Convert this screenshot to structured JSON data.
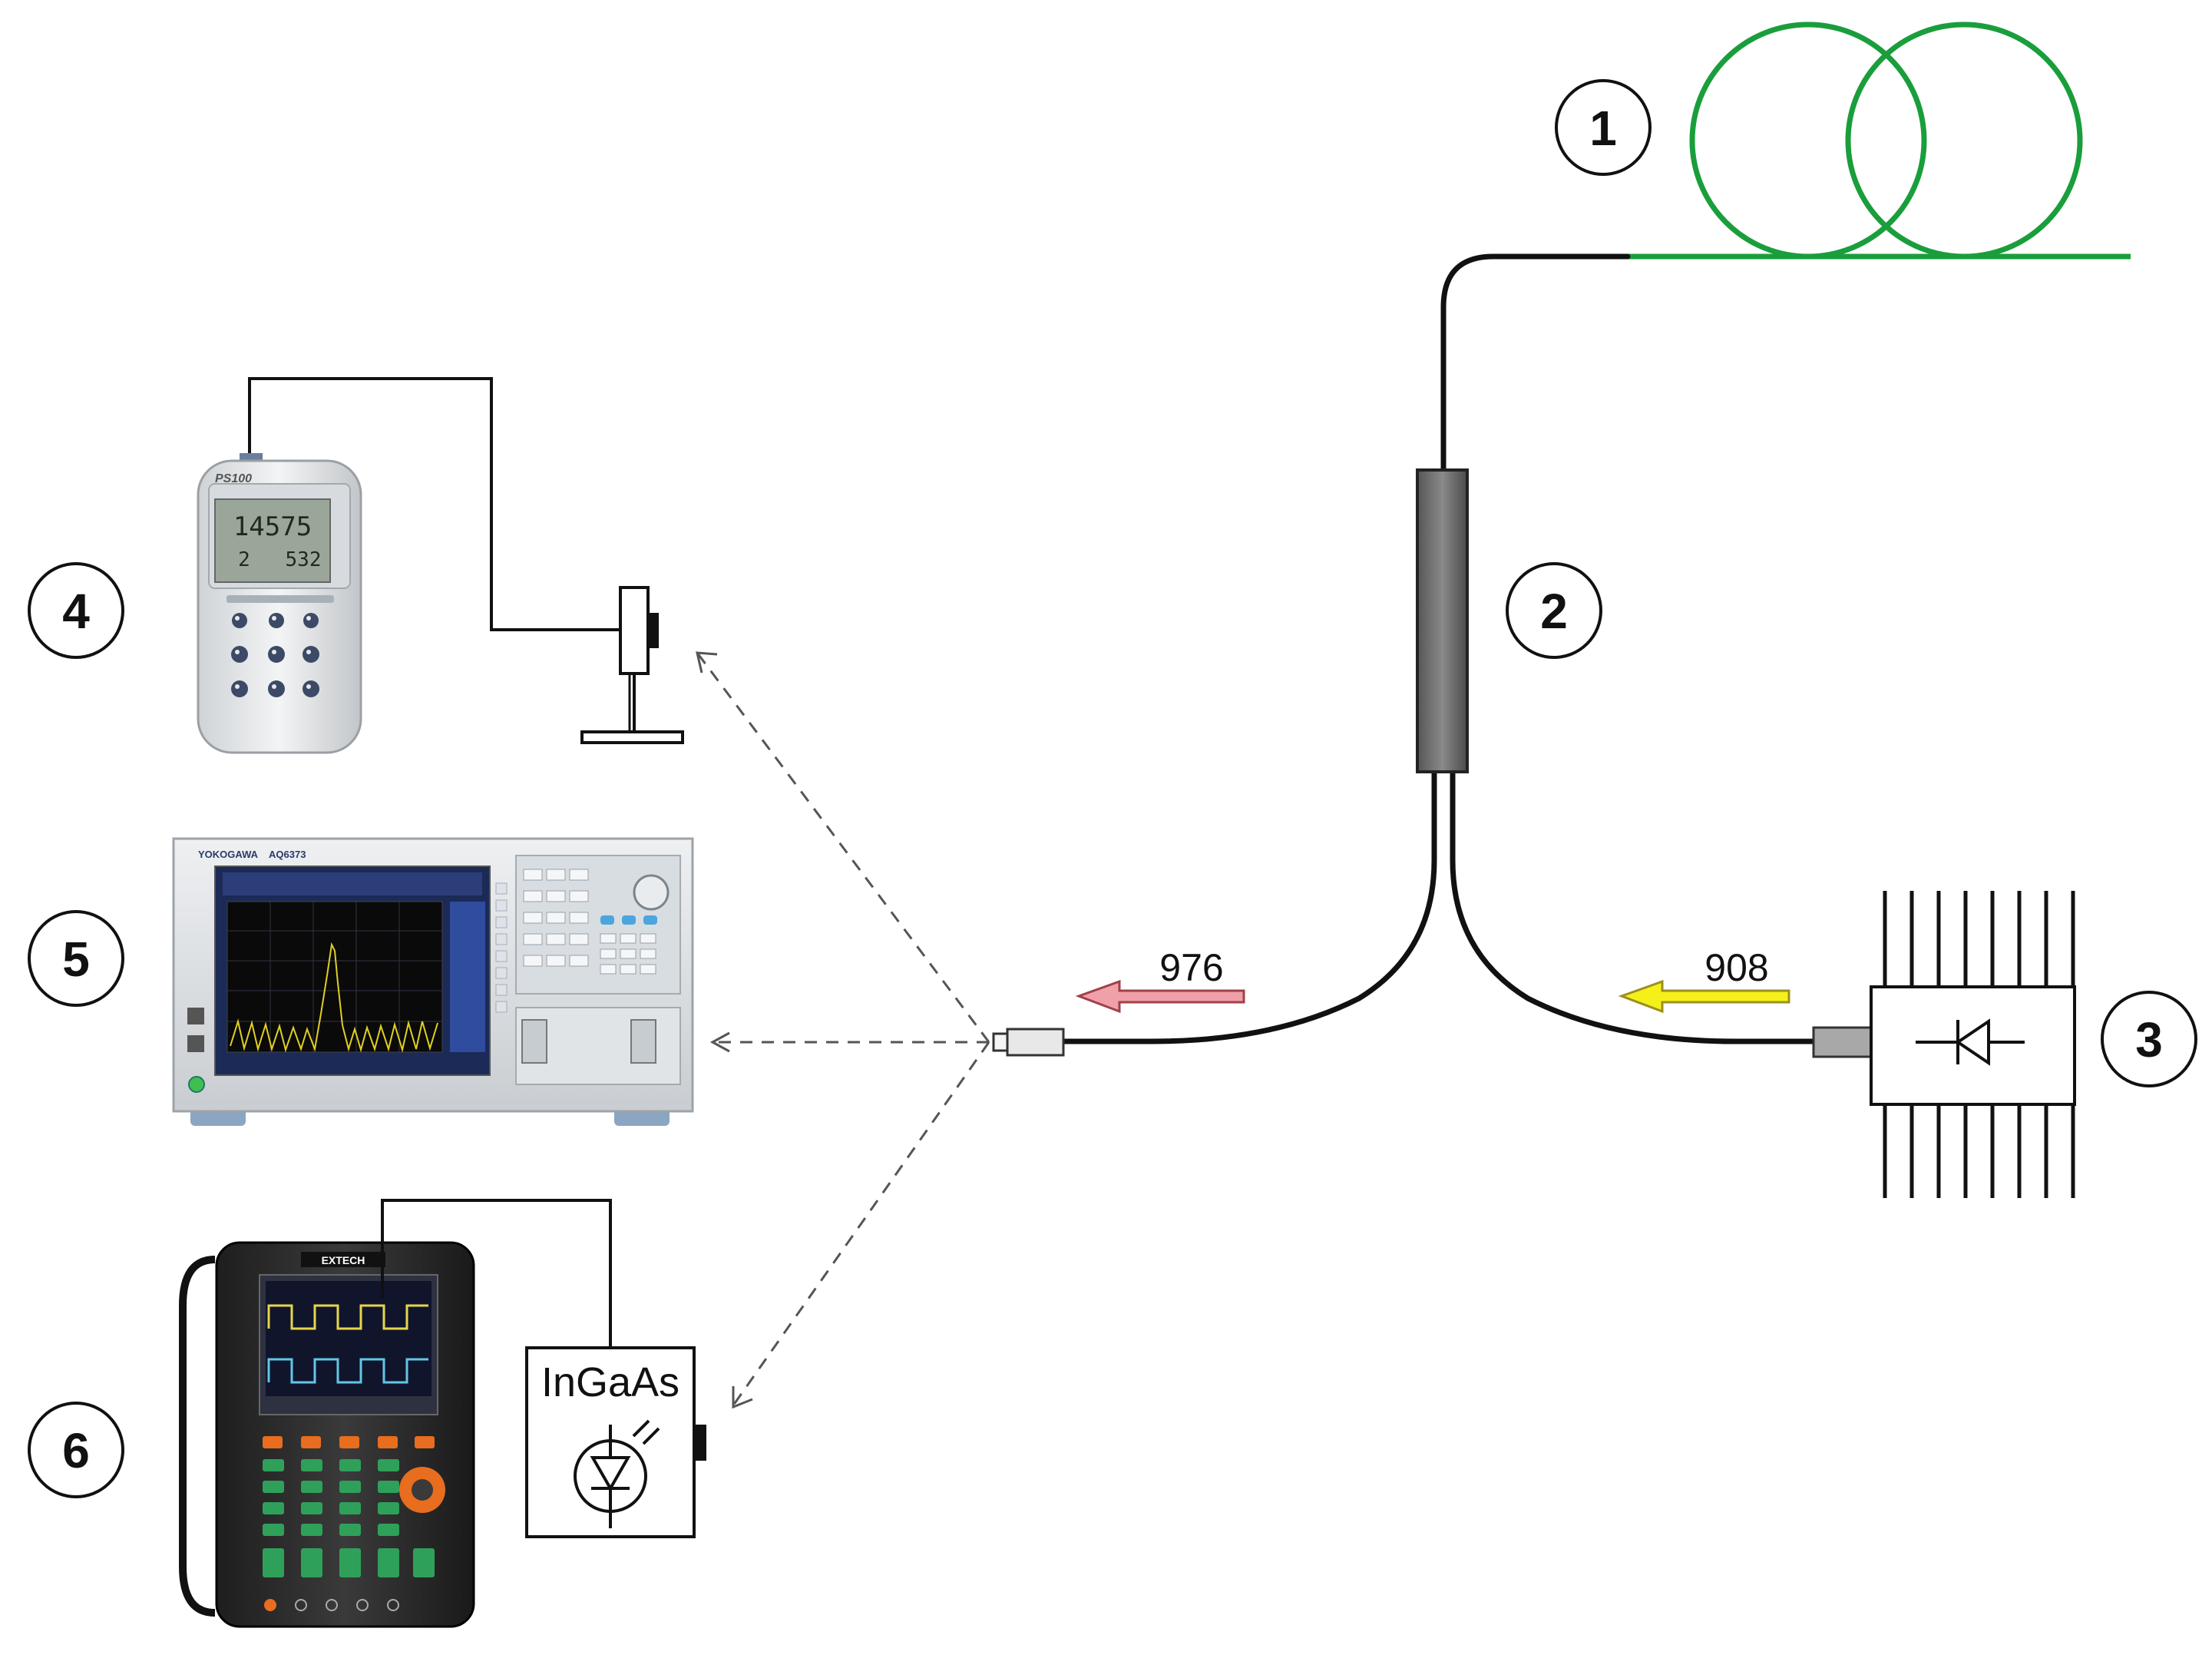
{
  "callouts": {
    "fiber_coil": "1",
    "coupler": "2",
    "pump_laser": "3",
    "power_meter": "4",
    "spectrum_analyzer": "5",
    "oscilloscope": "6"
  },
  "wavelengths": {
    "signal": "976",
    "pump": "908"
  },
  "detector": {
    "label": "InGaAs"
  },
  "power_meter": {
    "model": "PS100",
    "reading_main": "14575",
    "reading_left": "2",
    "reading_right": "532"
  },
  "osa": {
    "brand": "YOKOGAWA",
    "model": "AQ6373"
  },
  "scope": {
    "brand": "EXTECH"
  },
  "colors": {
    "fiber_coil": "#1a9e3c",
    "fiber": "#111111",
    "signal_arrow": "#f0a0a8",
    "pump_arrow": "#f6f01a",
    "coupler_body": "#6e6e6e",
    "osa_screen_trace": "#e0d020"
  }
}
